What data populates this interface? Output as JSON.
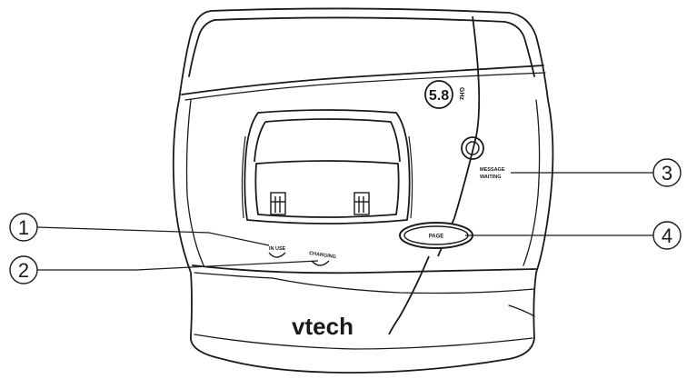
{
  "base": {
    "brand": "vtech",
    "frequency_number": "5.8",
    "frequency_unit": "GHz",
    "message_waiting_line1": "MESSAGE",
    "message_waiting_line2": "WAITING",
    "page_button_label": "PAGE",
    "in_use_label": "IN USE",
    "charging_label": "CHARGING"
  },
  "callouts": [
    {
      "number": "1"
    },
    {
      "number": "2"
    },
    {
      "number": "3"
    },
    {
      "number": "4"
    }
  ],
  "colors": {
    "outline": "#1a1a1a",
    "body_fill": "#ffffff"
  }
}
